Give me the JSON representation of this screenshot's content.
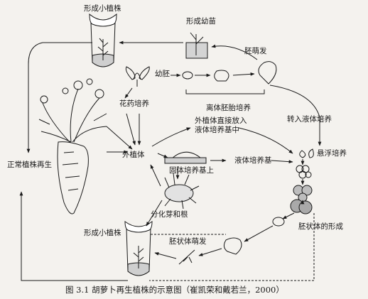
{
  "labels": {
    "form_plantlet_top": "形成小植株",
    "form_seedling": "形成幼苗",
    "embryo_germination": "胚萌发",
    "embryo": "幼胚",
    "anther_culture": "花药培养",
    "isolated_embryo_culture": "离体胚胎培养",
    "transfer_liquid_culture": "转入液体培养",
    "direct_liquid_line1": "外植体直接放入",
    "direct_liquid_line2": "液体培养基中",
    "explant": "外植体",
    "suspension_culture": "悬浮培养",
    "normal_regeneration": "正常植株再生",
    "solid_medium": "固体培养基上",
    "liquid_medium": "液体培养基",
    "bud_root_diff": "分化芽和根",
    "embryoid_formation": "胚状体的形成",
    "form_plantlet_bottom": "形成小植株",
    "embryoid_germination": "胚状体萌发"
  },
  "caption": "图 3.1   胡萝卜再生植株的示意图（崔凯荣和戴若兰，2000）"
}
